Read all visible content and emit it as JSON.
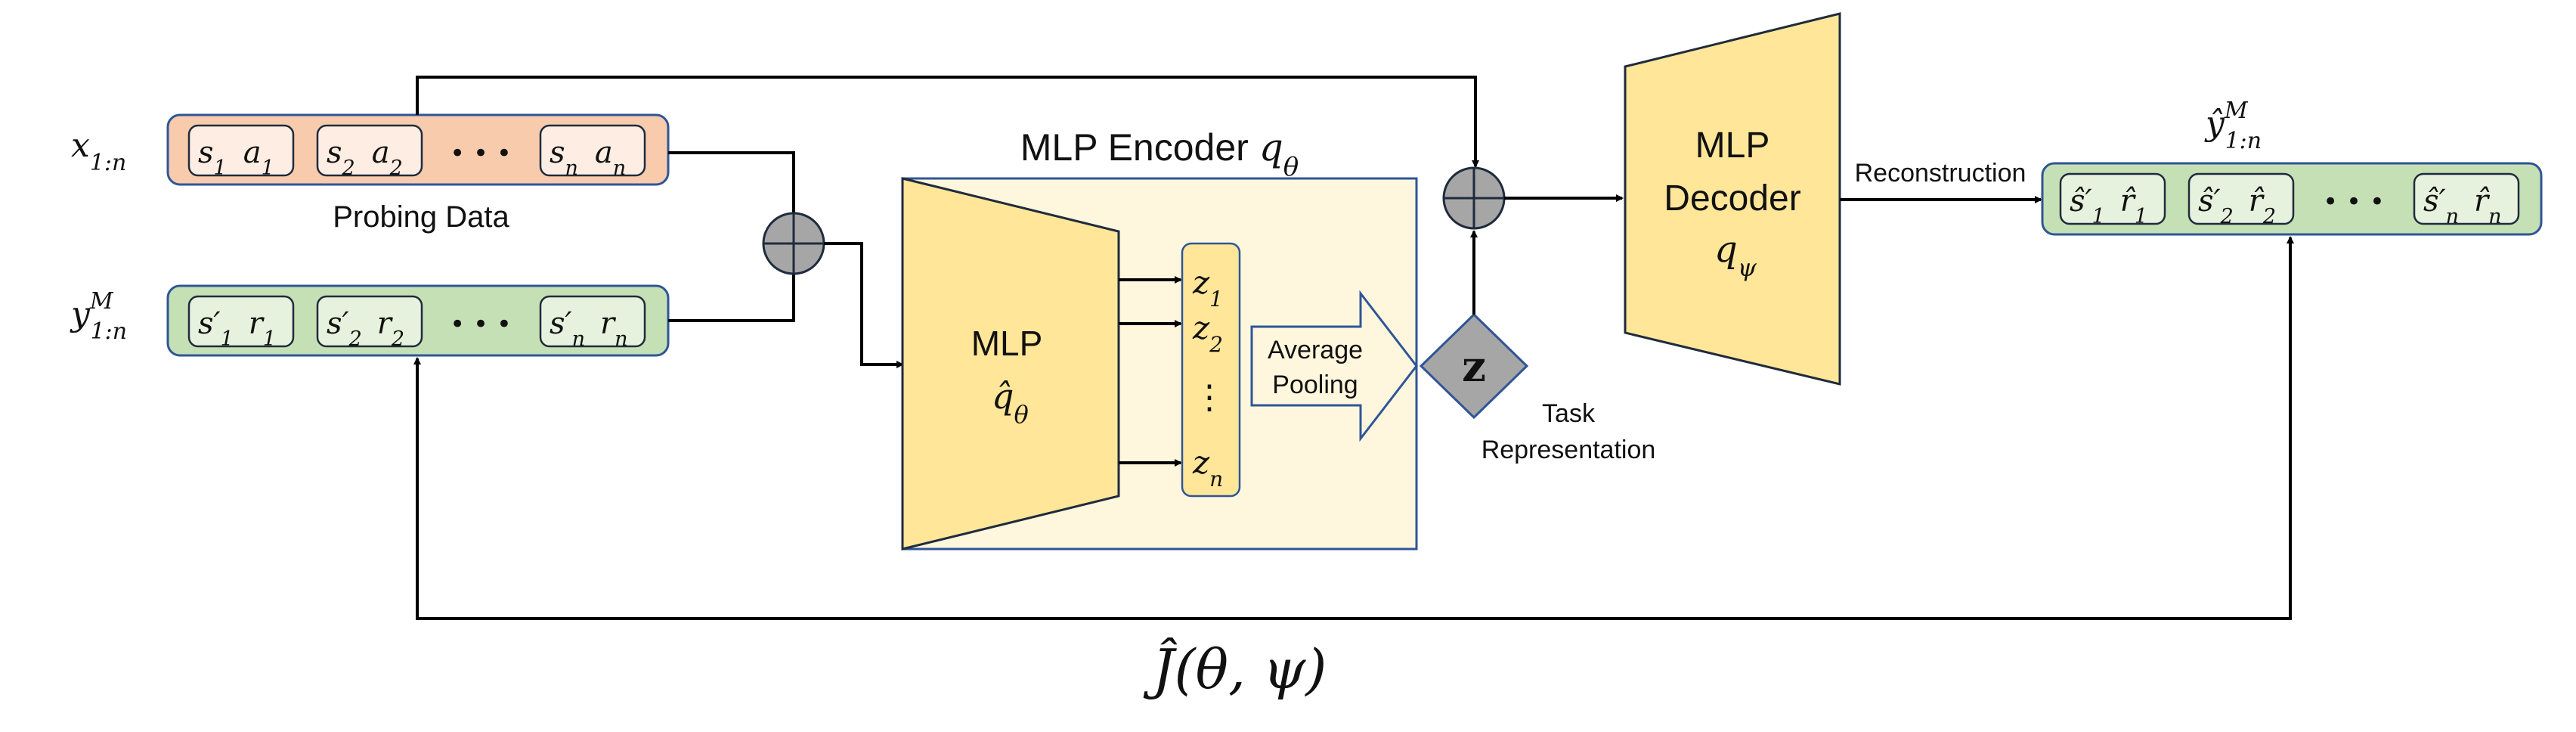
{
  "colors": {
    "probing_fill": "#F8CBAD",
    "probing_stroke": "#2F5597",
    "target_fill": "#C5E0B4",
    "target_stroke": "#2F5597",
    "cell_fill_probing": "#FDEDE3",
    "cell_fill_target": "#E6F2DD",
    "mlp_fill": "#FFE699",
    "encoder_bg": "#FFF7DD",
    "encoder_stroke": "#2F5597",
    "sum_fill": "#A6A6A6",
    "task_fill": "#A6A6A6",
    "arrow": "#000000"
  },
  "inputs": {
    "probing": {
      "label": "x1:n",
      "caption": "Probing Data",
      "cells": [
        "s1  a1",
        "s2  a2",
        "sn  an"
      ],
      "ellipsis": "• • •"
    },
    "target": {
      "label": "y1:nM",
      "cells": [
        "s′1  r1",
        "s′2  r2",
        "s′n  rn"
      ],
      "ellipsis": "• • •"
    }
  },
  "encoder": {
    "title": "MLP Encoder qθ",
    "mlp_label": "MLP",
    "mlp_symbol": "q̂θ",
    "latents": [
      "z1",
      "z2",
      "⋮",
      "zn"
    ],
    "pooling_label_1": "Average",
    "pooling_label_2": "Pooling"
  },
  "task": {
    "symbol": "z",
    "label_1": "Task",
    "label_2": "Representation"
  },
  "decoder": {
    "label_1": "MLP",
    "label_2": "Decoder",
    "symbol": "qψ"
  },
  "reconstruction": {
    "arrow_label": "Reconstruction",
    "output_label": "ŷ1:nM",
    "cells": [
      "ŝ′1  r̂1",
      "ŝ′2  r̂2",
      "ŝ′n  r̂n"
    ],
    "ellipsis": "• • •"
  },
  "objective": {
    "label": "Ĵ(θ, ψ)"
  }
}
